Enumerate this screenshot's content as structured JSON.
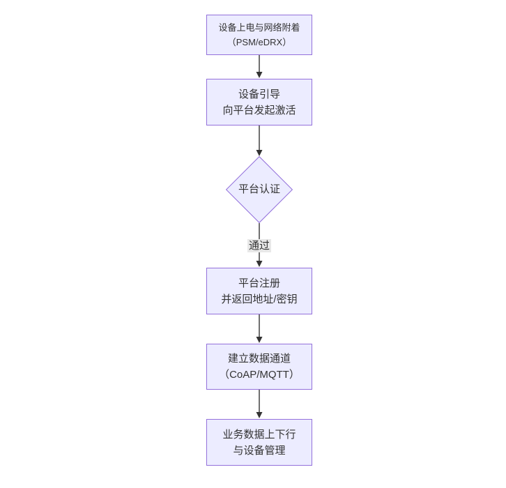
{
  "diagram_type": "flowchart",
  "direction": "top-down",
  "colors": {
    "node_fill": "#ECECFF",
    "node_border": "#9370DB",
    "arrow": "#333333",
    "edge_label_bg": "#e8e8e8",
    "text": "#333333",
    "background": "#ffffff"
  },
  "nodes": [
    {
      "id": "power-attach",
      "shape": "rect",
      "lines": [
        "设备上电与网络附着",
        "（PSM/eDRX）"
      ]
    },
    {
      "id": "bootstrap",
      "shape": "rect",
      "lines": [
        "设备引导",
        "向平台发起激活"
      ]
    },
    {
      "id": "platform-auth",
      "shape": "diamond",
      "lines": [
        "平台认证"
      ]
    },
    {
      "id": "platform-register",
      "shape": "rect",
      "lines": [
        "平台注册",
        "并返回地址/密钥"
      ]
    },
    {
      "id": "data-channel",
      "shape": "rect",
      "lines": [
        "建立数据通道",
        "（CoAP/MQTT）"
      ]
    },
    {
      "id": "business-data",
      "shape": "rect",
      "lines": [
        "业务数据上下行",
        "与设备管理"
      ]
    }
  ],
  "edges": [
    {
      "from": "power-attach",
      "to": "bootstrap",
      "label": ""
    },
    {
      "from": "bootstrap",
      "to": "platform-auth",
      "label": ""
    },
    {
      "from": "platform-auth",
      "to": "platform-register",
      "label": "通过"
    },
    {
      "from": "platform-register",
      "to": "data-channel",
      "label": ""
    },
    {
      "from": "data-channel",
      "to": "business-data",
      "label": ""
    }
  ]
}
